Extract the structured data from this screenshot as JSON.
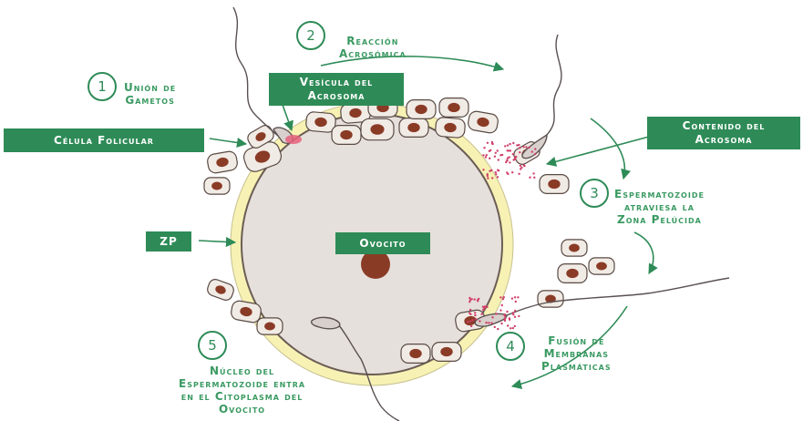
{
  "steps": [
    {
      "number": "1",
      "lines": [
        "Unión de",
        "Gametos"
      ]
    },
    {
      "number": "2",
      "lines": [
        "Reacción",
        "Acrosómica"
      ]
    },
    {
      "number": "3",
      "lines": [
        "Espermatozoide",
        "atraviesa la",
        "Zona Pelúcida"
      ]
    },
    {
      "number": "4",
      "lines": [
        "Fusión de",
        "Membranas",
        "Plasmáticas"
      ]
    },
    {
      "number": "5",
      "lines": [
        "Núcleo del",
        "Espermatozoide entra",
        "en el Citoplasma del",
        "Ovocito"
      ]
    }
  ],
  "boxes": {
    "celula_folicular": [
      "Célula Folicular"
    ],
    "vesicula": [
      "Vesícula del",
      "Acrosoma"
    ],
    "contenido": [
      "Contenido del",
      "Acrosoma"
    ],
    "zp": [
      "ZP"
    ],
    "ovocito": [
      "Ovocito"
    ]
  },
  "colors": {
    "label_green": "#3a9a62",
    "box_green": "#2e8b57",
    "zona_pellucida": "#f7f2b4",
    "cytoplasm": "#e6e0dc",
    "nucleus": "#8a3b26",
    "cell_fill": "#f1ebe5",
    "acrosome_dots": "#d0406a"
  }
}
